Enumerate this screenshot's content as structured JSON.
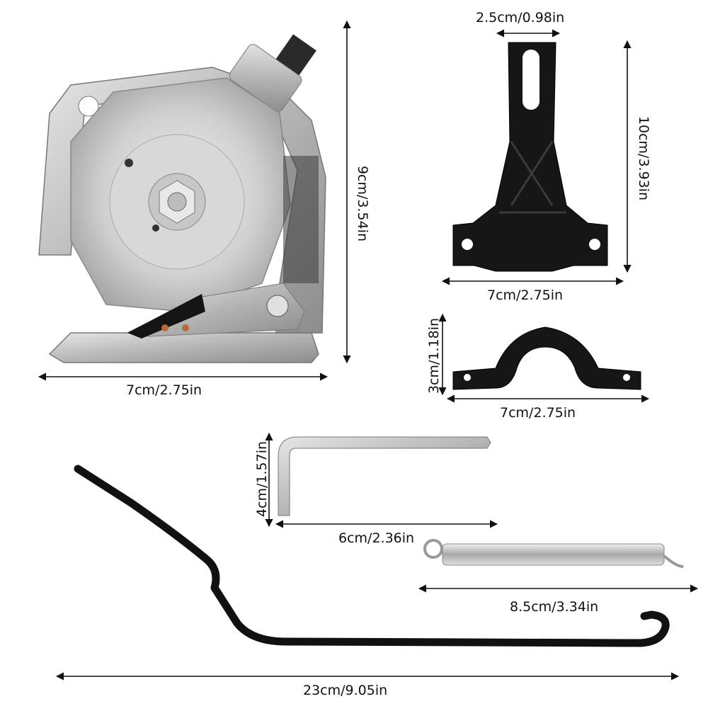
{
  "products": {
    "cutter_head": {
      "width_label": "7cm/2.75in",
      "height_label": "9cm/3.54in"
    },
    "bracket": {
      "top_label": "2.5cm/0.98in",
      "width_label": "7cm/2.75in",
      "height_label": "10cm/3.93in"
    },
    "clamp": {
      "width_label": "7cm/2.75in",
      "height_label": "3cm/1.18in"
    },
    "hex_key": {
      "width_label": "6cm/2.36in",
      "height_label": "4cm/1.57in"
    },
    "spring": {
      "length_label": "8.5cm/3.34in"
    },
    "lever_rod": {
      "length_label": "23cm/9.05in"
    }
  },
  "colors": {
    "steel": "#c9c9c9",
    "steel_dark": "#8a8a8a",
    "black_part": "#151515",
    "line": "#111111"
  }
}
